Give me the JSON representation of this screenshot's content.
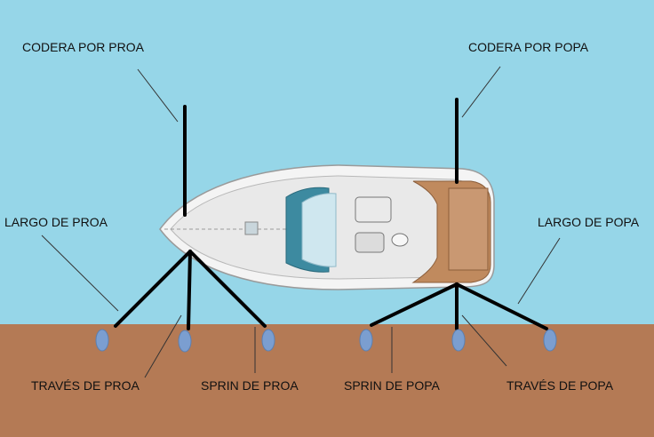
{
  "colors": {
    "water": "#96d6e8",
    "dock": "#b47a55",
    "line": "#000000",
    "bollard": "#7b9ed0",
    "leader": "#333333",
    "hull": "#f2f2f2",
    "deck_wood": "#c08a5e"
  },
  "labels": {
    "codera_proa": "CODERA POR PROA",
    "codera_popa": "CODERA POR POPA",
    "largo_proa": "LARGO DE PROA",
    "largo_popa": "LARGO DE POPA",
    "traves_proa": "TRAVÉS DE PROA",
    "sprin_proa": "SPRIN DE PROA",
    "sprin_popa": "SPRIN DE POPA",
    "traves_popa": "TRAVÉS DE POPA"
  }
}
